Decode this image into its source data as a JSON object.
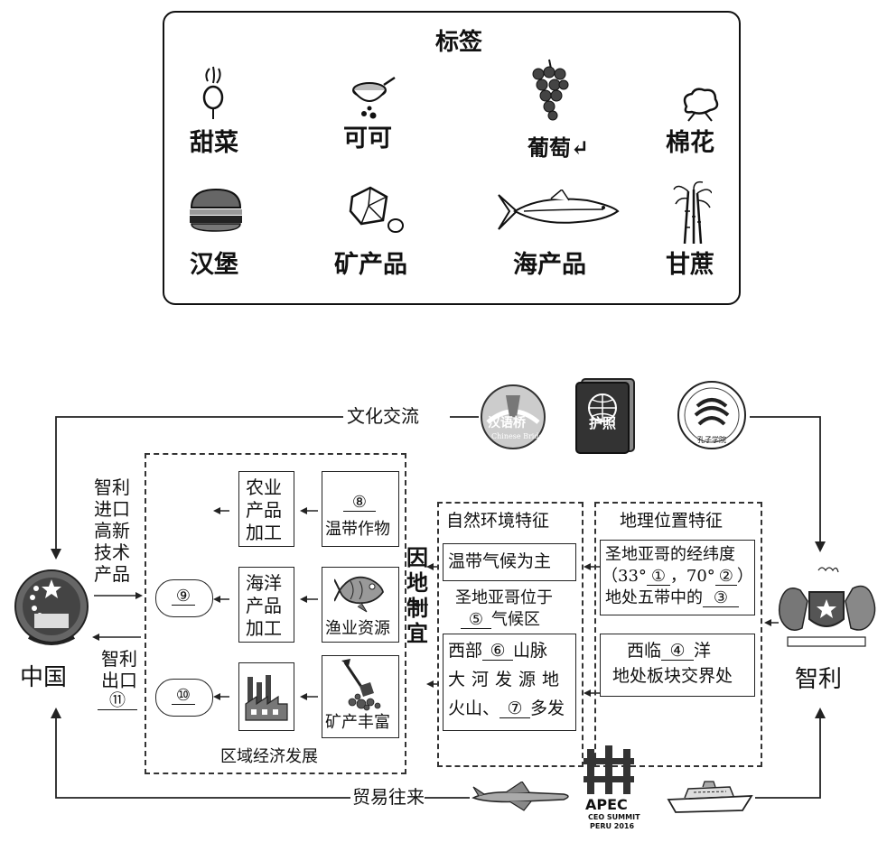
{
  "legend": {
    "title": "标签",
    "items": [
      {
        "label": "甜菜",
        "icon": "beet-icon"
      },
      {
        "label": "可可",
        "icon": "cocoa-icon"
      },
      {
        "label": "葡萄↵",
        "icon": "grape-icon"
      },
      {
        "label": "棉花",
        "icon": "cotton-icon"
      },
      {
        "label": "汉堡",
        "icon": "hamburger-icon"
      },
      {
        "label": "矿产品",
        "icon": "mineral-icon"
      },
      {
        "label": "海产品",
        "icon": "fish-icon"
      },
      {
        "label": "甘蔗",
        "icon": "sugarcane-icon"
      }
    ]
  },
  "flows": {
    "culture": "文化交流",
    "trade": "贸易往来"
  },
  "badges": {
    "hanyu": "汉语桥",
    "hanyu_en": "Chinese Bridge",
    "passport": "护照",
    "confucius": "孔子学院",
    "apec": "APEC",
    "apec_sub": "CEO SUMMIT",
    "apec_sub2": "PERU 2016"
  },
  "countries": {
    "china": "中国",
    "chile": "智利"
  },
  "china_trade": {
    "import_label": "智利进口高新技术产品",
    "export_label_1": "智利",
    "export_label_2": "出口",
    "export_blank": "⑪"
  },
  "economy": {
    "title": "区域经济发展",
    "rows": [
      {
        "industry": "农业产品加工",
        "resource_blank": "⑧",
        "resource": "温带作物",
        "result": ""
      },
      {
        "industry": "海洋产品加工",
        "resource": "渔业资源",
        "result": "⑨"
      },
      {
        "industry": "",
        "resource": "矿产丰富",
        "result": "⑩"
      }
    ]
  },
  "adapt": "因地制宜",
  "nature": {
    "title": "自然环境特征",
    "climate": "温带气候为主",
    "location_line": "圣地亚哥位于",
    "climate_blank": "⑤",
    "climate_suffix": "气候区",
    "terrain_1a": "西部",
    "terrain_1_blank": "⑥",
    "terrain_1b": "山脉",
    "terrain_2": "大河发源地",
    "terrain_3a": "火山、",
    "terrain_3_blank": "⑦",
    "terrain_3b": "多发"
  },
  "geo": {
    "title": "地理位置特征",
    "line1": "圣地亚哥的经纬度",
    "line2a": "（33°",
    "blank1": "①",
    "line2b": "，70°",
    "blank2": "②",
    "line2c": "）",
    "line3a": "地处五带中的",
    "blank3": "③",
    "line4a": "西临",
    "blank4": "④",
    "line4b": "洋",
    "line5": "地处板块交界处"
  }
}
